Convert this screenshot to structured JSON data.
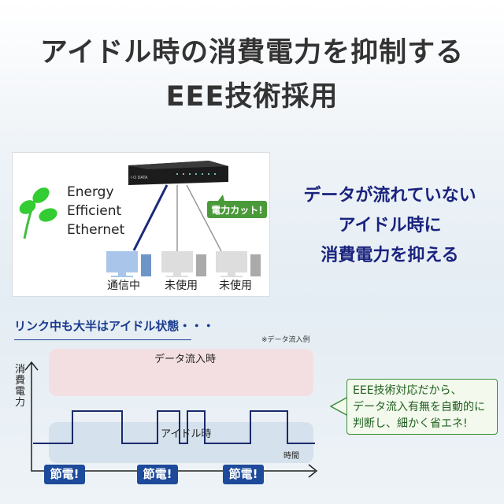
{
  "title": {
    "line1": "アイドル時の消費電力を抑制する",
    "line2": "EEE技術採用"
  },
  "panel": {
    "eee_lines": [
      "Energy",
      "Efficient",
      "Ethernet"
    ],
    "switch_brand": "I·O DATA",
    "power_cut_label": "電力カット!",
    "pcs": [
      {
        "label": "通信中",
        "state": "active"
      },
      {
        "label": "未使用",
        "state": "idle"
      },
      {
        "label": "未使用",
        "state": "idle"
      }
    ]
  },
  "right_text": [
    "データが流れていない",
    "アイドル時に",
    "消費電力を抑える"
  ],
  "chart": {
    "subhead": "リンク中も大半はアイドル状態・・・",
    "note": "※データ流入例",
    "high_label": "データ流入時",
    "low_label": "アイドル時",
    "ylabel": "消費電力",
    "xlabel": "時間",
    "badges": [
      "節電!",
      "節電!",
      "節電!"
    ],
    "callout": [
      "EEE技術対応だから、",
      "データ流入有無を自動的に",
      "判断し、細かく省エネ!"
    ]
  },
  "colors": {
    "title": "#333333",
    "blue": "#1a237e",
    "green": "#3c8c3c",
    "badge": "#1d4a9a"
  }
}
